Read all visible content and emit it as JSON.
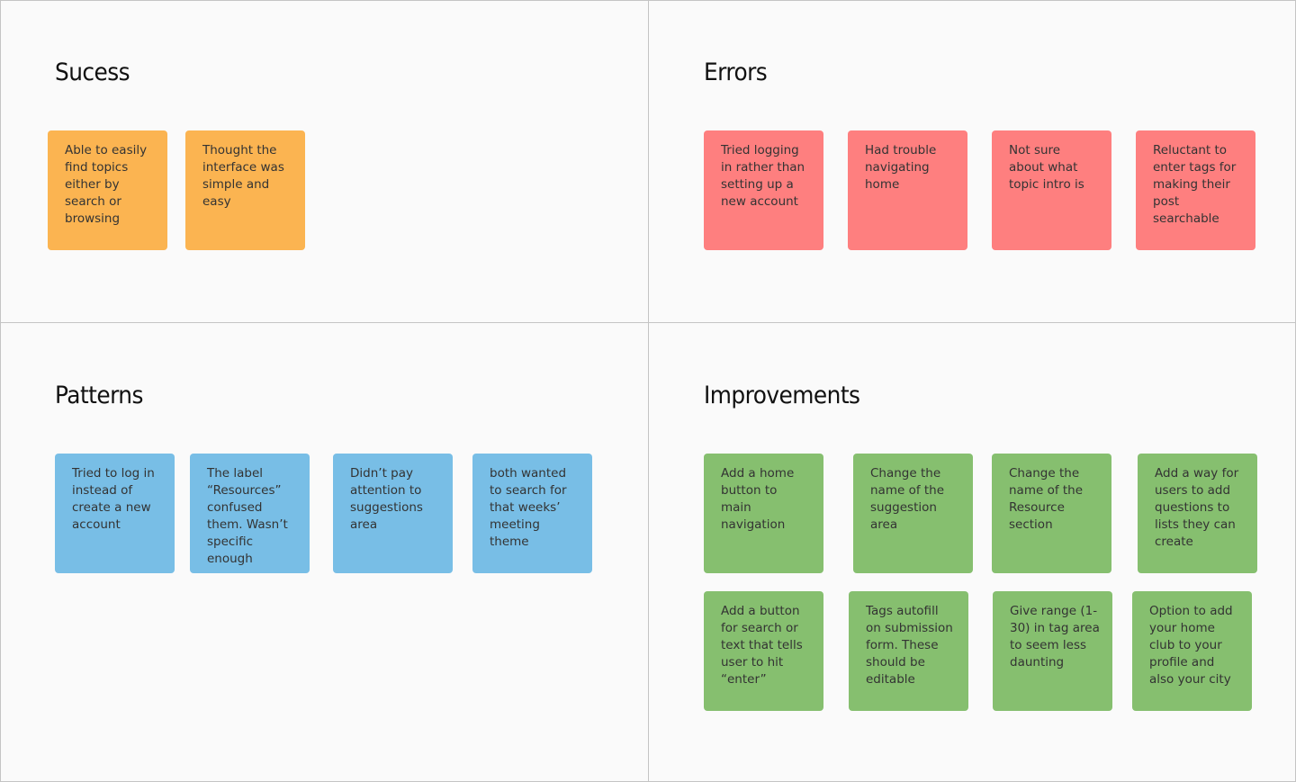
{
  "quadrants": {
    "success": {
      "title": "Sucess",
      "notes": [
        "Able to easily find topics either by search or browsing",
        "Thought the interface was simple and easy"
      ]
    },
    "errors": {
      "title": "Errors",
      "notes": [
        "Tried logging in rather than setting up a new account",
        "Had trouble navigating home",
        "Not sure about what topic intro is",
        "Reluctant to enter tags for making their post searchable"
      ]
    },
    "patterns": {
      "title": "Patterns",
      "notes": [
        "Tried to log in instead of create a new account",
        "The label “Resources” confused them. Wasn’t specific enough",
        "Didn’t pay attention to suggestions area",
        "both wanted to search for that weeks’ meeting theme"
      ]
    },
    "improvements": {
      "title": "Improvements",
      "notes": [
        "Add a home button to main navigation",
        "Change the name of the suggestion area",
        "Change the name of the Resource section",
        "Add a way for users to add questions to lists they can create",
        "Add a button for search or text that tells user to hit “enter”",
        "Tags autofill on submission form. These should be editable",
        "Give range (1-30) in tag area to seem less daunting",
        "Option to add your home club to your profile and also your city"
      ]
    }
  },
  "colors": {
    "success": "#fbb451",
    "errors": "#fe7f7f",
    "patterns": "#78bee6",
    "improvements": "#86bf6f"
  }
}
